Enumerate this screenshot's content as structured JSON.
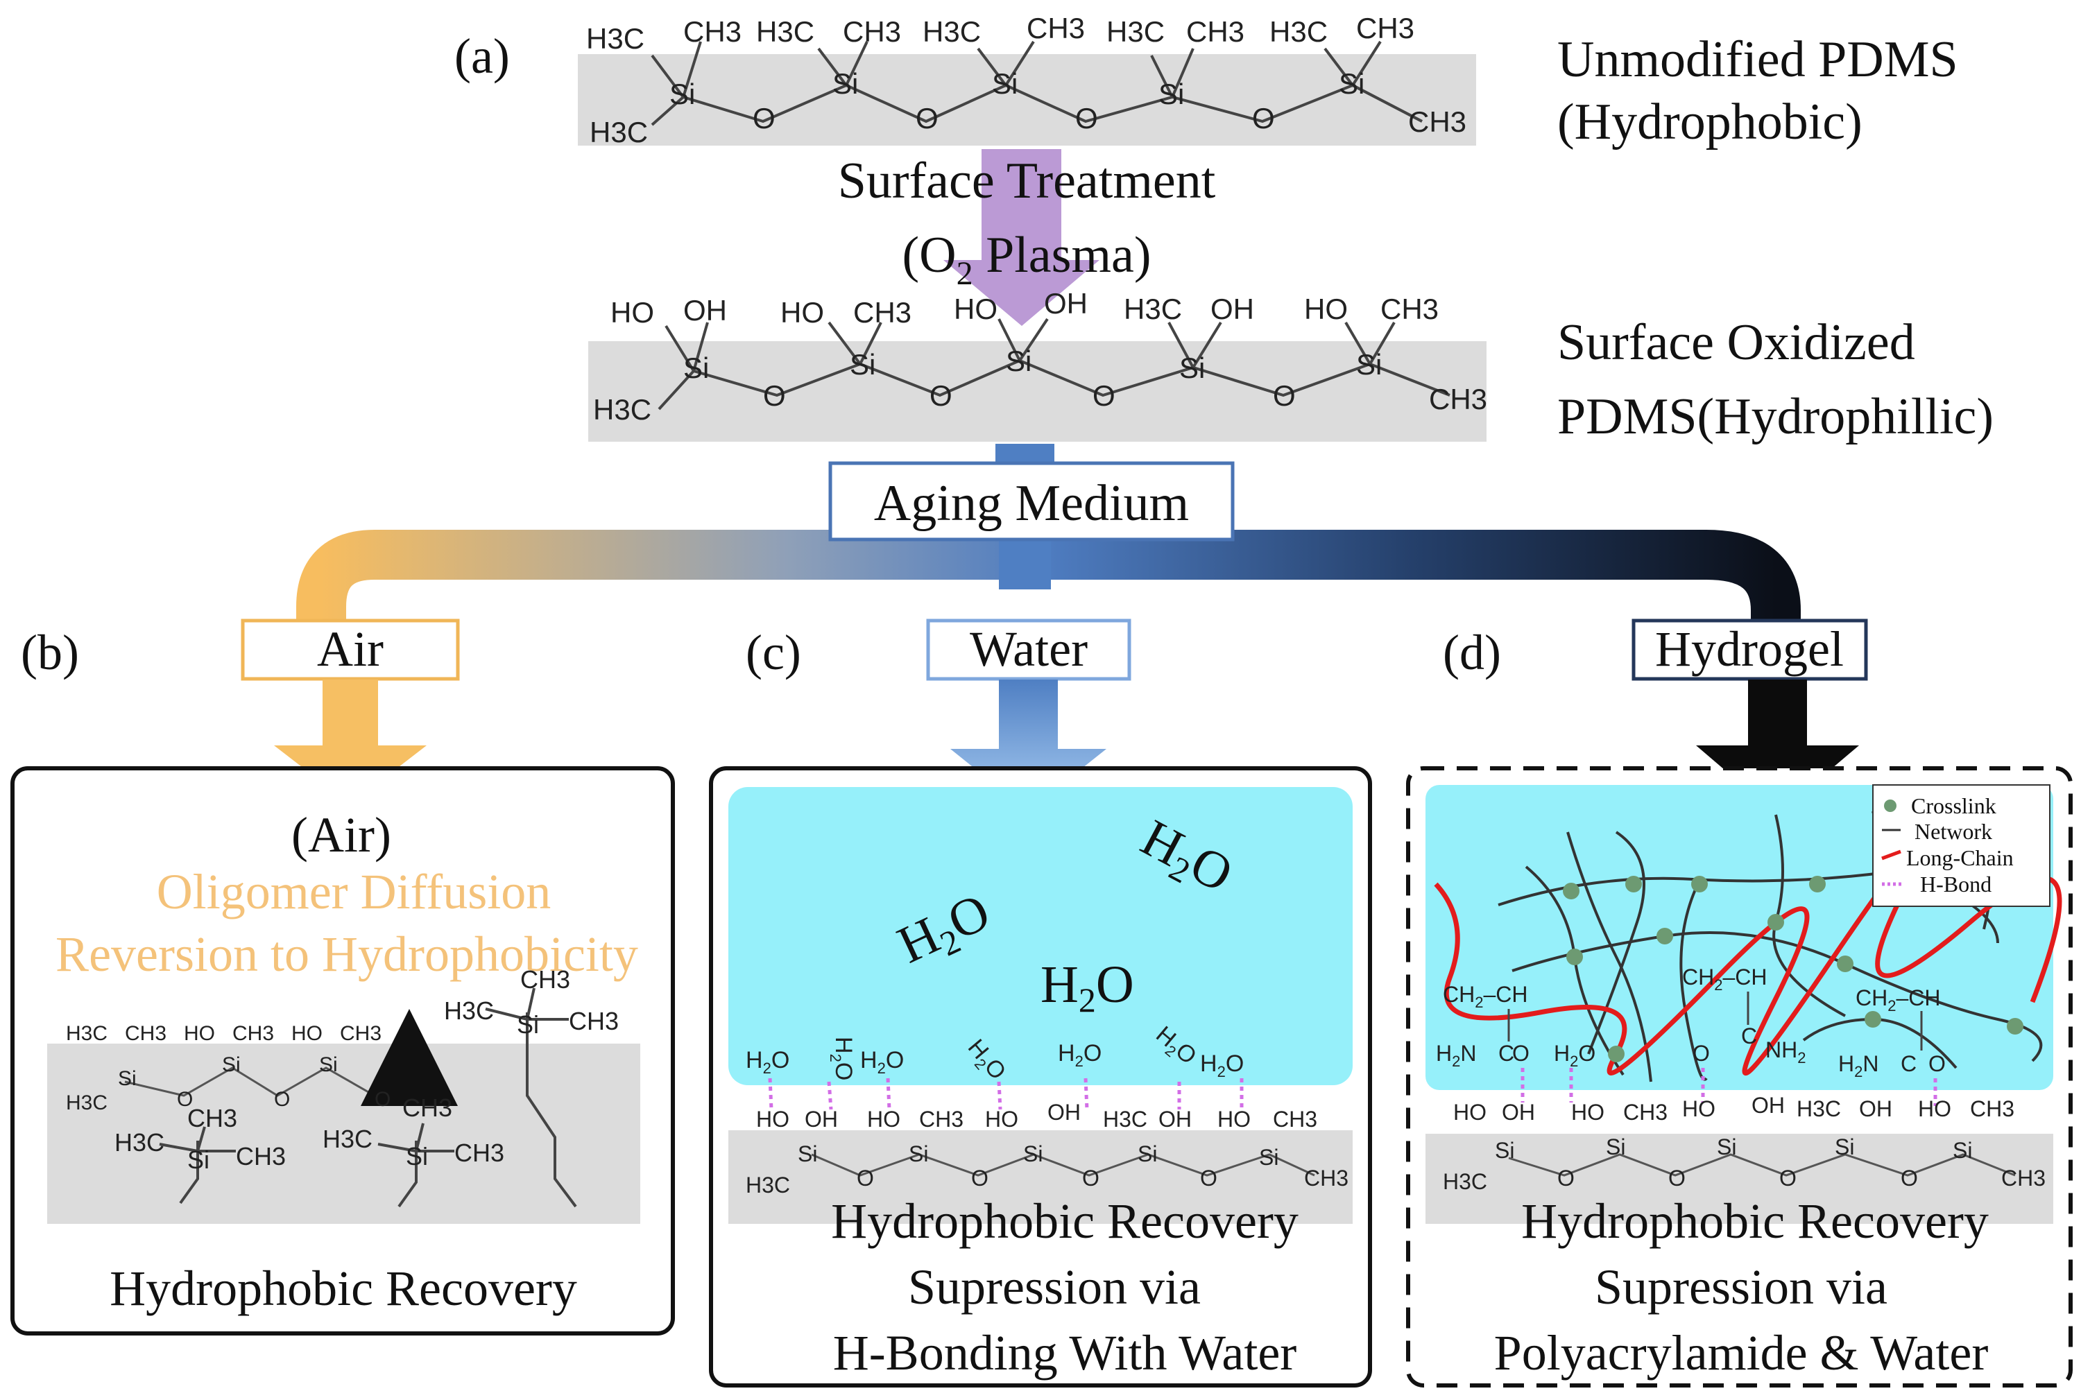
{
  "panel_a": {
    "label": "(a)",
    "top_chain": {
      "groups": [
        {
          "left": "H3C",
          "right": "CH3",
          "si": "Si",
          "bottom": "H3C"
        },
        {
          "left": "H3C",
          "right": "CH3",
          "si": "Si"
        },
        {
          "left": "H3C",
          "right": "CH3",
          "si": "Si"
        },
        {
          "left": "H3C",
          "right": "CH3",
          "si": "Si"
        },
        {
          "left": "H3C",
          "right": "CH3",
          "si": "Si",
          "bottom": "CH3"
        }
      ],
      "oxygen": "O"
    },
    "top_label_1": "Unmodified PDMS",
    "top_label_2": "(Hydrophobic)",
    "treatment_1": "Surface Treatment",
    "treatment_2a": "(O",
    "treatment_2sub": "2",
    "treatment_2b": " Plasma)",
    "ox_chain": {
      "tops": [
        [
          "HO",
          "OH"
        ],
        [
          "HO",
          "CH3"
        ],
        [
          "HO",
          "OH"
        ],
        [
          "H3C",
          "OH"
        ],
        [
          "HO",
          "CH3"
        ]
      ],
      "ends": [
        "H3C",
        "CH3"
      ]
    },
    "ox_label_1": "Surface Oxidized",
    "ox_label_2": "PDMS(Hydrophillic)",
    "aging_medium": "Aging Medium"
  },
  "panel_b": {
    "label": "(b)",
    "medium": "Air",
    "title": "(Air)",
    "orange_1": "Oligomer Diffusion",
    "orange_2": "Reversion to Hydrophobicity",
    "caption": "Hydrophobic Recovery",
    "colors": {
      "accent": "#f6c06a",
      "orange_text": "#f2c27a"
    }
  },
  "panel_c": {
    "label": "(c)",
    "medium": "Water",
    "h2o_big": "H2O",
    "caption_1": "Hydrophobic Recovery",
    "caption_2": "Supression via",
    "caption_3": "H-Bonding With Water",
    "colors": {
      "water": "#96f0fa",
      "accent": "#7fa7dd"
    }
  },
  "panel_d": {
    "label": "(d)",
    "medium": "Hydrogel",
    "legend": [
      "Crosslink",
      "Network",
      "Long-Chain",
      "H-Bond"
    ],
    "caption_1": "Hydrophobic Recovery",
    "caption_2": "Supression via",
    "caption_3": "Polyacrylamide & Water",
    "colors": {
      "long_chain": "#e31c1c",
      "crosslink": "#6d9a72",
      "hbond": "#d26ee6"
    }
  },
  "small": {
    "h2o": "H2O",
    "ho": "HO",
    "oh": "OH",
    "ch3": "CH3",
    "h3c": "H3C",
    "si": "Si",
    "o": "O",
    "ch2ch": "CH2–CH",
    "nh2": "NH2",
    "h2n": "H2N",
    "c": "C"
  }
}
